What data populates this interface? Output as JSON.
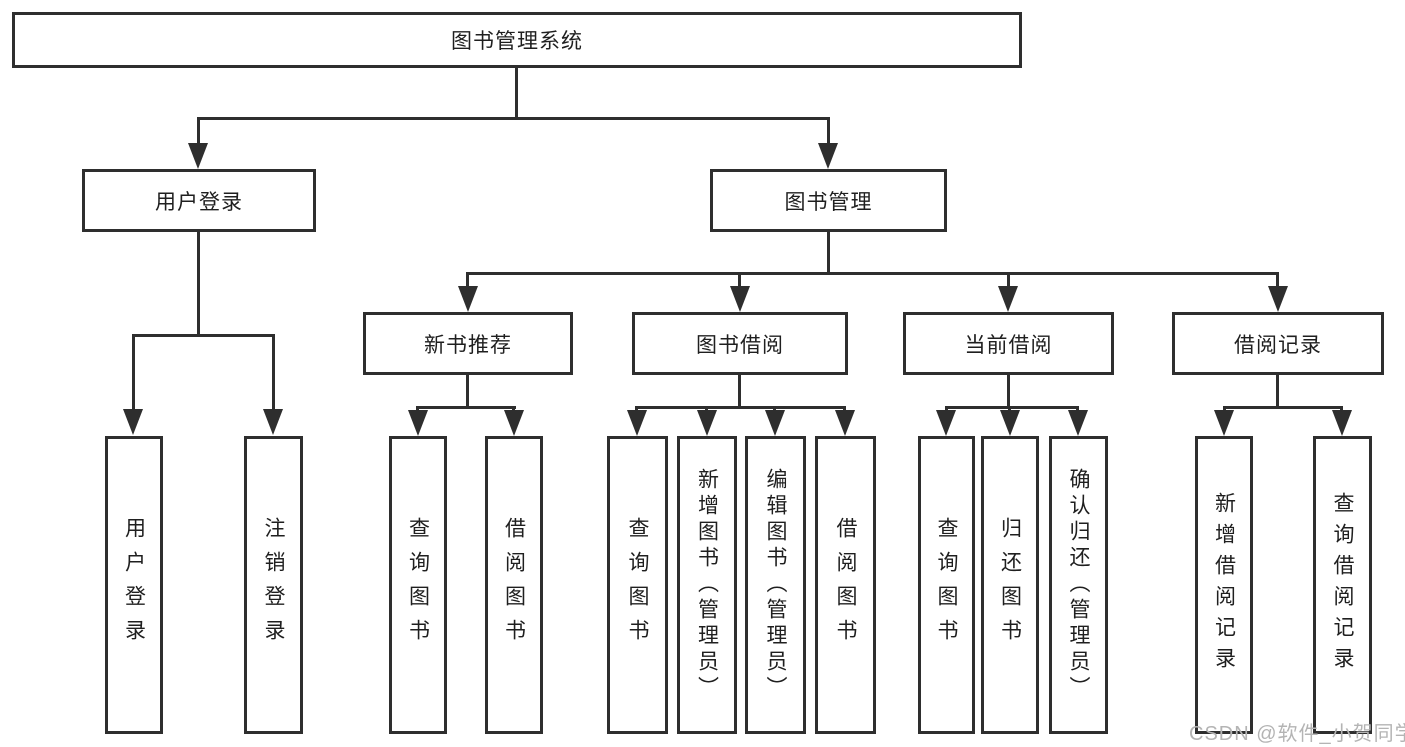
{
  "diagram": {
    "title": "图书管理系统",
    "nodes": {
      "root": "图书管理系统",
      "user_login": "用户登录",
      "book_mgmt": "图书管理",
      "user_login_leaf": "用户登录",
      "logout_leaf": "注销登录",
      "new_book_rec": "新书推荐",
      "book_borrow": "图书借阅",
      "current_borrow": "当前借阅",
      "borrow_record": "借阅记录",
      "nb_query": "查询图书",
      "nb_borrow": "借阅图书",
      "bb_query": "查询图书",
      "bb_add": "新增图书（管理员）",
      "bb_edit": "编辑图书（管理员）",
      "bb_borrow": "借阅图书",
      "cb_query": "查询图书",
      "cb_return": "归还图书",
      "cb_confirm": "确认归还（管理员）",
      "br_add": "新增借阅记录",
      "br_query": "查询借阅记录"
    }
  },
  "watermark": "CSDN @软件_小贺同学",
  "colors": {
    "line": "#2e2e2e",
    "text": "#1f1f1f",
    "watermark": "#b4b4b4",
    "background": "#ffffff"
  }
}
